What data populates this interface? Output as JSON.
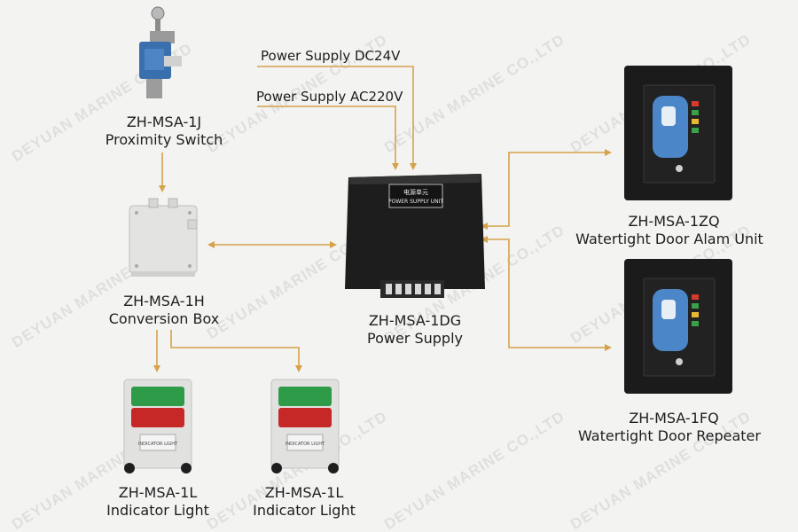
{
  "diagram": {
    "supplies": {
      "dc": "Power Supply DC24V",
      "ac": "Power Supply AC220V"
    },
    "nodes": {
      "proximity_switch": {
        "model": "ZH-MSA-1J",
        "name": "Proximity Switch"
      },
      "conversion_box": {
        "model": "ZH-MSA-1H",
        "name": "Conversion Box"
      },
      "power_supply": {
        "model": "ZH-MSA-1DG",
        "name": "Power Supply",
        "panel_cn": "电源单元",
        "panel_en": "POWER SUPPLY UNIT"
      },
      "alarm_unit": {
        "model": "ZH-MSA-1ZQ",
        "name": "Watertight Door Alam Unit"
      },
      "repeater": {
        "model": "ZH-MSA-1FQ",
        "name": "Watertight Door Repeater"
      },
      "indicator_1": {
        "model": "ZH-MSA-1L",
        "name": "Indicator Light",
        "plate": "INDICATOR LIGHT"
      },
      "indicator_2": {
        "model": "ZH-MSA-1L",
        "name": "Indicator Light",
        "plate": "INDICATOR LIGHT"
      }
    },
    "watermark": "DEYUAN MARINE CO.,LTD",
    "colors": {
      "wire": "#d6a24a",
      "device_dark": "#1c1c1c",
      "box": "#e4e4e2"
    }
  }
}
